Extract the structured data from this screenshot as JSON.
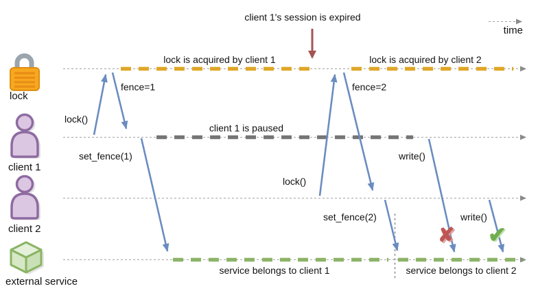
{
  "diagram": {
    "annotation": "client 1's session is expired",
    "time_label": "time"
  },
  "actors": [
    {
      "label": "lock"
    },
    {
      "label": "client 1"
    },
    {
      "label": "client 2"
    },
    {
      "label": "external service"
    }
  ],
  "segments": [
    {
      "label": "lock is acquired by client 1",
      "color": "#dfa727"
    },
    {
      "label": "lock is acquired by client 2",
      "color": "#dfa727"
    },
    {
      "label": "client 1 is paused",
      "color": "#757575"
    },
    {
      "label": "service belongs to client 1",
      "color": "#8cb468"
    },
    {
      "label": "service belongs to client 2",
      "color": "#8cb468"
    }
  ],
  "messages": [
    {
      "label": "lock()"
    },
    {
      "label": "fence=1"
    },
    {
      "label": "set_fence(1)"
    },
    {
      "label": "lock()"
    },
    {
      "label": "fence=2"
    },
    {
      "label": "set_fence(2)"
    },
    {
      "label": "write()"
    },
    {
      "label": "write()"
    }
  ],
  "marks": {
    "fail": "✘",
    "success": "✔"
  },
  "colors": {
    "message_arrow": "#6a8cc0",
    "expired_arrow": "#a65353",
    "lane": "#a3a3a3",
    "lane_arrowhead": "#8a8a8a",
    "fail": "#bf5654",
    "success": "#6fae4e"
  }
}
